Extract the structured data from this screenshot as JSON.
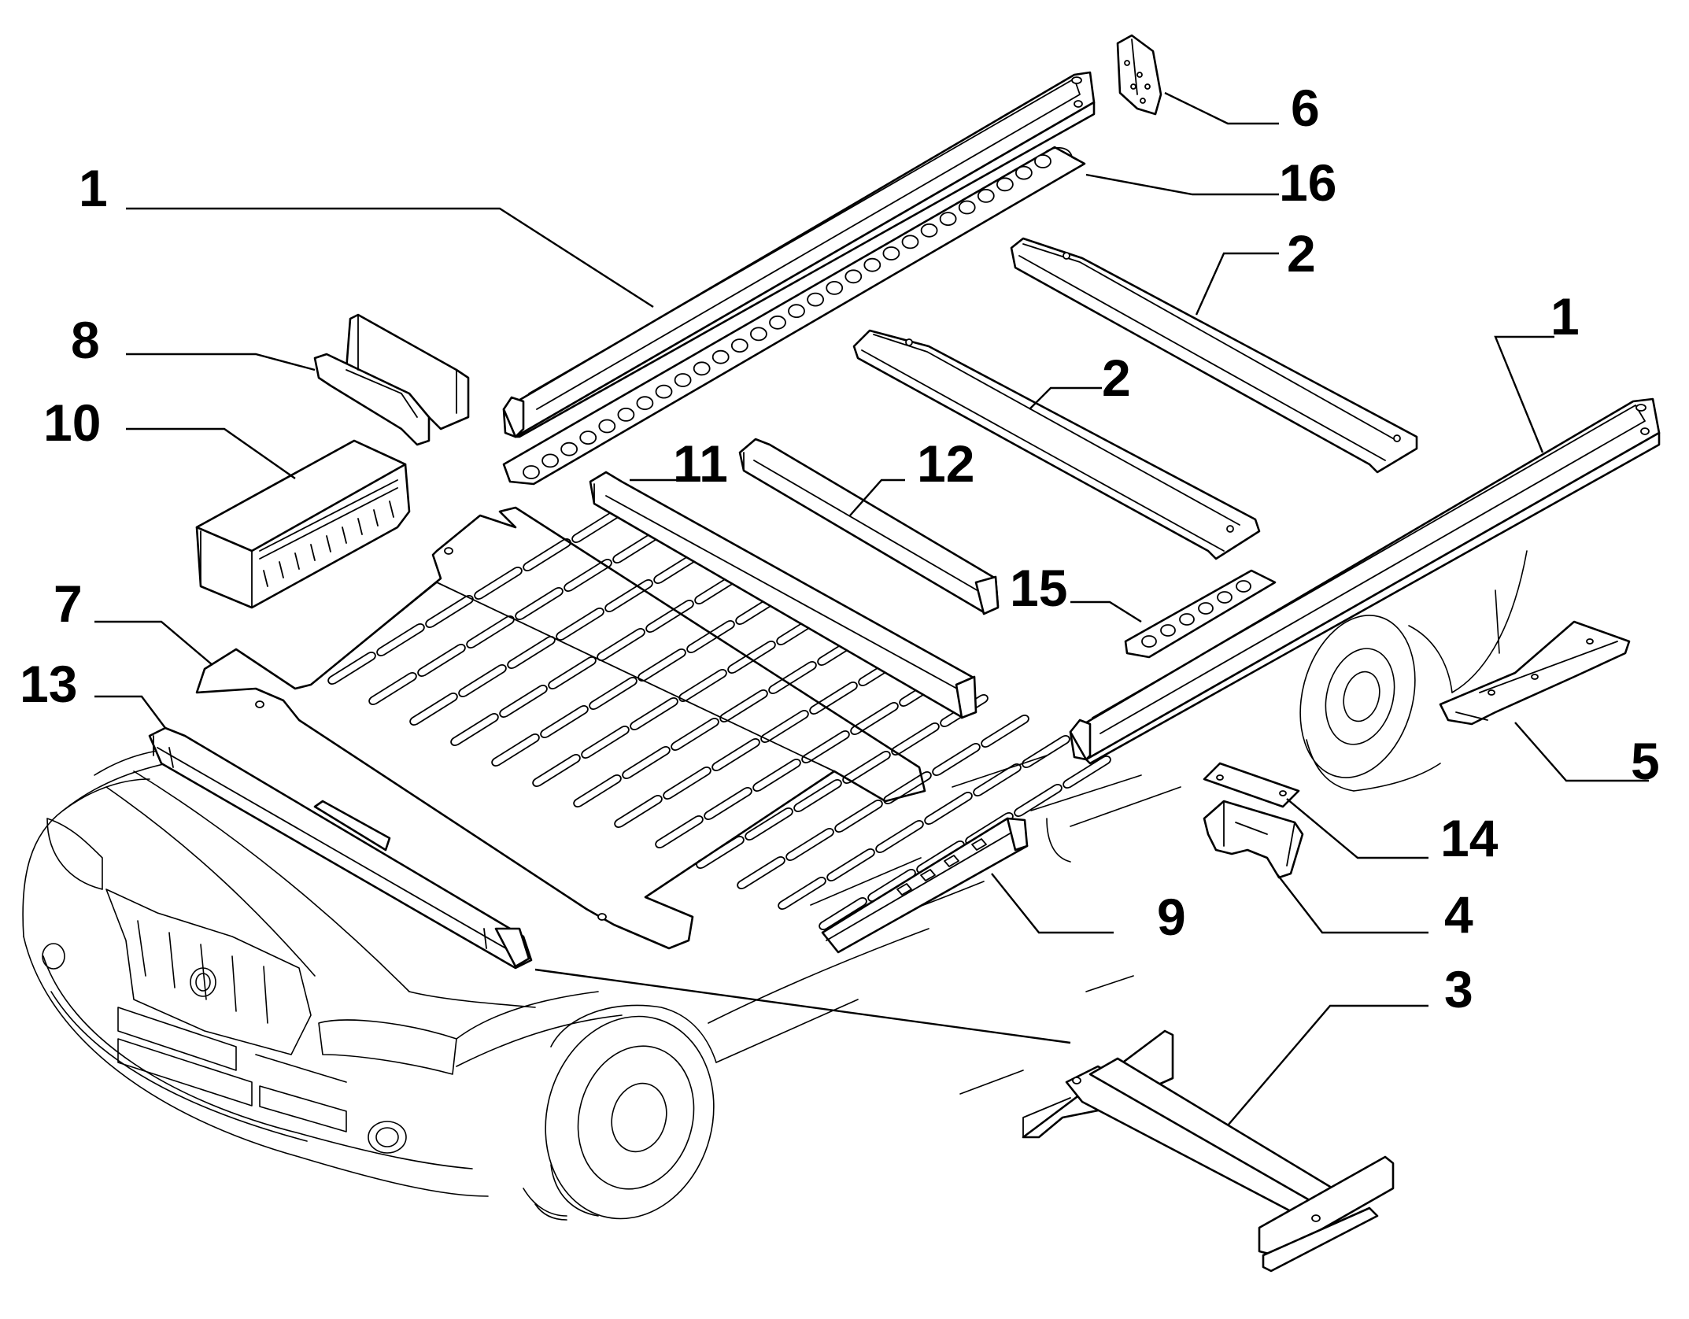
{
  "callouts": {
    "c1_left": "1",
    "c1_right": "1",
    "c2_upper": "2",
    "c2_lower": "2",
    "c3": "3",
    "c4": "4",
    "c5": "5",
    "c6": "6",
    "c7": "7",
    "c8": "8",
    "c9": "9",
    "c10": "10",
    "c11": "11",
    "c12": "12",
    "c13": "13",
    "c14": "14",
    "c15": "15",
    "c16": "16"
  },
  "colors": {
    "ink": "#000000",
    "paper": "#ffffff"
  }
}
